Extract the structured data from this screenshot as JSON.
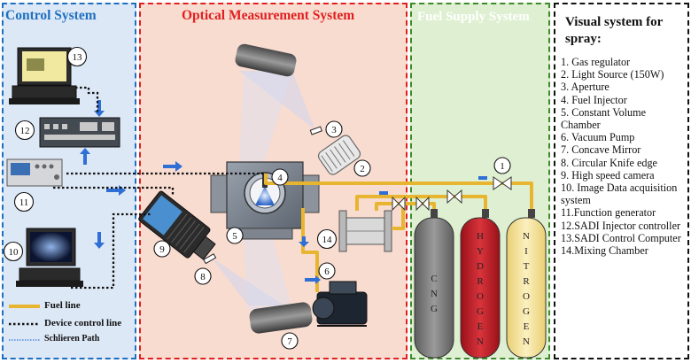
{
  "panels": {
    "control": {
      "title": "Control System",
      "color": "#1f6fc0"
    },
    "optical": {
      "title": "Optical Measurement System",
      "color": "#e02020"
    },
    "fuel": {
      "title": "Fuel Supply System",
      "color": "#ffffff"
    },
    "visual": {
      "title": "Visual system for spray:"
    }
  },
  "legend_items": [
    "1. Gas regulator",
    "2. Light Source (150W)",
    "3. Aperture",
    "4. Fuel Injector",
    "5. Constant Volume Chamber",
    "6. Vacuum Pump",
    "7. Concave Mirror",
    "8. Circular Knife edge",
    "9. High speed camera",
    "10. Image Data acquisition system",
    "11.Function generator",
    "12.SADI Injector controller",
    "13.SADI Control Computer",
    "14.Mixing Chamber"
  ],
  "line_legend": {
    "fuel_line": "Fuel line",
    "device_control_line": "Device control line",
    "schlieren_path": "Schlieren Path"
  },
  "markers": [
    "1",
    "2",
    "3",
    "4",
    "5",
    "6",
    "7",
    "8",
    "9",
    "10",
    "11",
    "12",
    "13",
    "14"
  ],
  "cylinders": {
    "cng": [
      "C",
      "N",
      "G"
    ],
    "hydrogen": [
      "H",
      "Y",
      "D",
      "R",
      "O",
      "G",
      "E",
      "N"
    ],
    "nitrogen": [
      "N",
      "I",
      "T",
      "R",
      "O",
      "G",
      "E",
      "N"
    ]
  },
  "colors": {
    "control_bg": "#dde8f6",
    "optical_bg": "#f9dcd0",
    "fuel_bg": "#dff0d2",
    "fuel_line": "#e8b530",
    "cng_cylinder": "#7d7d7d",
    "hydrogen_cylinder": "#c8202a",
    "nitrogen_cylinder": "#f6e39a"
  }
}
